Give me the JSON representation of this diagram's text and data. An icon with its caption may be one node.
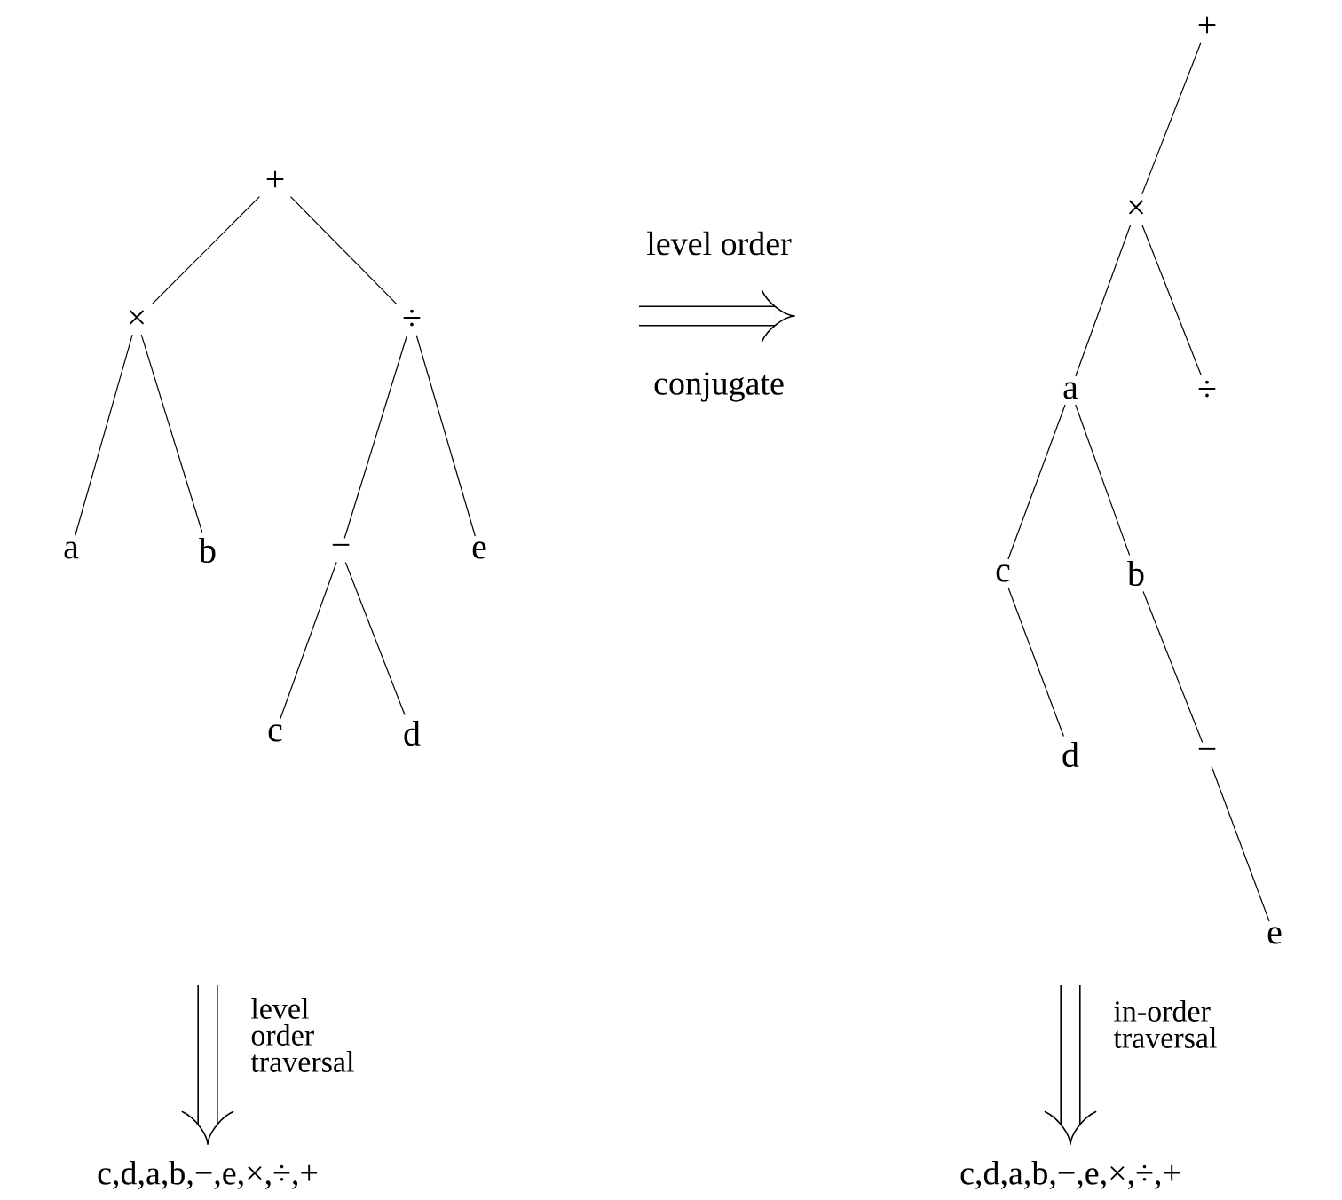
{
  "diagram": {
    "nodes": [
      {
        "text": [
          "+"
        ]
      },
      {
        "text": [
          "×"
        ]
      },
      {
        "text": [
          "÷"
        ]
      },
      {
        "text": [
          "a"
        ]
      },
      {
        "text": [
          "b"
        ]
      },
      {
        "text": [
          "−"
        ]
      },
      {
        "text": [
          "e"
        ]
      },
      {
        "text": [
          "c"
        ]
      },
      {
        "text": [
          "d"
        ]
      },
      {
        "text": [
          "+"
        ]
      },
      {
        "text": [
          "×"
        ]
      },
      {
        "text": [
          "a"
        ]
      },
      {
        "text": [
          "÷"
        ]
      },
      {
        "text": [
          "c"
        ]
      },
      {
        "text": [
          "b"
        ]
      },
      {
        "text": [
          "d"
        ]
      },
      {
        "text": [
          "−"
        ]
      },
      {
        "text": [
          "e"
        ]
      }
    ],
    "edges": [
      {
        "from": 0,
        "to": 1,
        "arrow": "none"
      },
      {
        "from": 0,
        "to": 2,
        "arrow": "none"
      },
      {
        "from": 1,
        "to": 3,
        "arrow": "none"
      },
      {
        "from": 1,
        "to": 4,
        "arrow": "none"
      },
      {
        "from": 2,
        "to": 5,
        "arrow": "none"
      },
      {
        "from": 2,
        "to": 6,
        "arrow": "none"
      },
      {
        "from": 5,
        "to": 7,
        "arrow": "none"
      },
      {
        "from": 5,
        "to": 8,
        "arrow": "none"
      },
      {
        "from": 9,
        "to": 10,
        "arrow": "none"
      },
      {
        "from": 10,
        "to": 11,
        "arrow": "none"
      },
      {
        "from": 10,
        "to": 12,
        "arrow": "none"
      },
      {
        "from": 11,
        "to": 13,
        "arrow": "none"
      },
      {
        "from": 11,
        "to": 14,
        "arrow": "none"
      },
      {
        "from": 13,
        "to": 15,
        "arrow": "none"
      },
      {
        "from": 14,
        "to": 16,
        "arrow": "none"
      },
      {
        "from": 16,
        "to": 17,
        "arrow": "none"
      }
    ],
    "labels": [
      "level order",
      "conjugate",
      "level order traversal",
      "in-order traversal",
      "c,d,a,b,−,e,×,÷,+",
      "c,d,a,b,−,e,×,÷,+"
    ]
  }
}
